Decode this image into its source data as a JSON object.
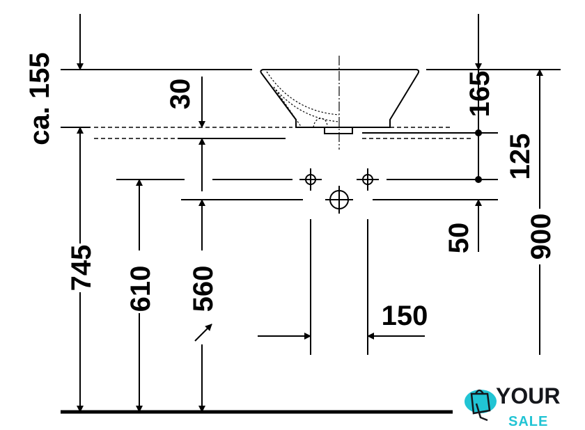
{
  "dimensions": {
    "bowl_height": "ca. 155",
    "rim_thickness": "30",
    "top_to_holes": "165",
    "drain_to_holes": "125",
    "hole_offset": "50",
    "total_height": "900",
    "floor_to_bowl_base": "745",
    "floor_to_holes": "610",
    "floor_to_drain": "560",
    "hole_spacing": "150"
  },
  "logo": {
    "line1": "YOUR",
    "line2": "SALE",
    "colors": {
      "dark": "#15171c",
      "accent": "#21c4d4"
    }
  }
}
